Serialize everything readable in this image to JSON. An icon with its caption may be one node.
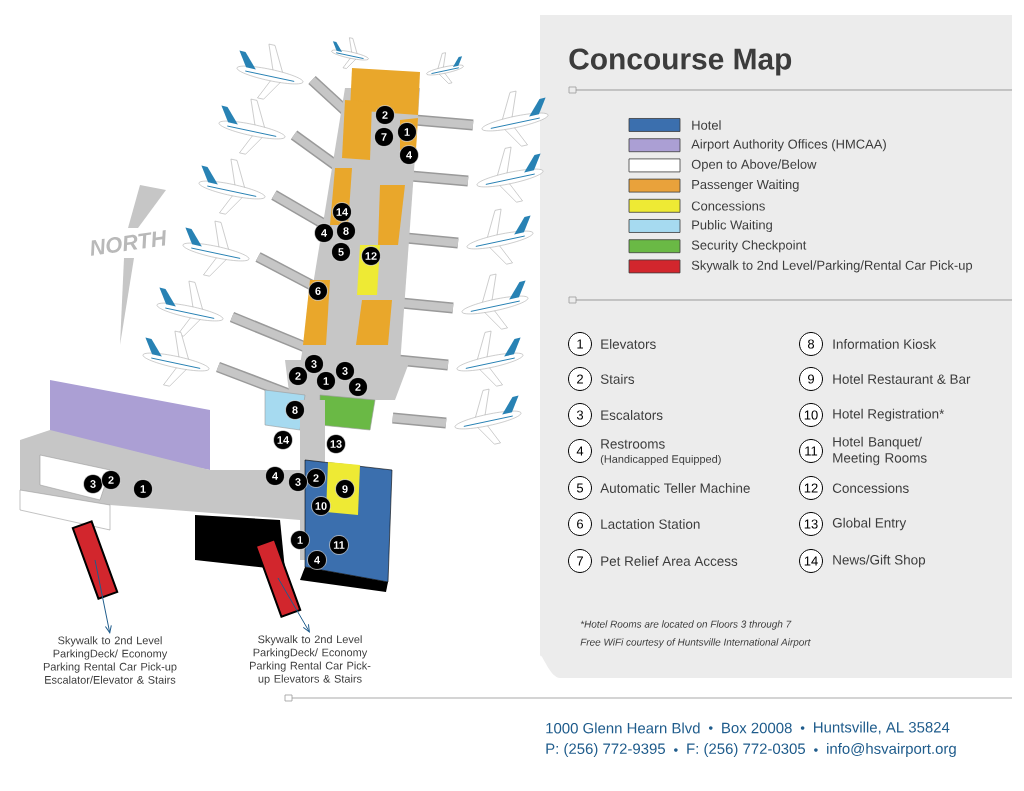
{
  "diagram": {
    "title": "Concourse Map",
    "nodes": [
      {
        "text": [],
        "shape": "bar"
      },
      {
        "text": [],
        "shape": "bar"
      },
      {
        "text": [
          "Skywalk to 2nd Level ParkingDeck/ Economy Parking Rental Car Pick-up Escalator/Elevator & Stairs"
        ]
      },
      {
        "text": [
          "Skywalk to 2nd Level ParkingDeck/ Economy Parking Rental Car Pick-up Elevators & Stairs"
        ]
      }
    ],
    "edges": [
      {
        "from": 0,
        "to": 2,
        "arrow": "to"
      },
      {
        "from": 1,
        "to": 3,
        "arrow": "to"
      }
    ],
    "labels": [
      "NORTH",
      "2",
      "7",
      "1",
      "4",
      "14",
      "4",
      "8",
      "5",
      "12",
      "6",
      "3",
      "2",
      "1",
      "3",
      "2",
      "8",
      "14",
      "13",
      "4",
      "2",
      "3",
      "9",
      "10",
      "3",
      "2",
      "1",
      "1",
      "11",
      "4",
      "1",
      "Elevators",
      "8",
      "Information Kiosk",
      "2",
      "Stairs",
      "9",
      "Hotel Restaurant & Bar",
      "3",
      "Escalators",
      "10",
      "Hotel Registration*",
      "4",
      "Restrooms",
      "(Handicapped Equipped)",
      "11",
      "Hotel Banquet/ Meeting Rooms",
      "5",
      "Automatic Teller Machine",
      "12",
      "Concessions",
      "6",
      "Lactation Station",
      "13",
      "Global Entry",
      "7",
      "Pet Relief Area Access",
      "14",
      "News/Gift Shop",
      "*Hotel Rooms are located on Floors 3 through 7",
      "Free WiFi courtesy of Huntsville International Airport",
      "1000 Glenn Hearn Blvd",
      "Box 20008",
      "Huntsville, AL 35824",
      "P: (256) 772-9395",
      "F: (256) 772-0305",
      "info@hsvairport.org"
    ],
    "legend": [
      {
        "text": "Hotel",
        "color": "#3b6fae"
      },
      {
        "text": "Airport Authority Offices (HMCAA)",
        "color": "#ab9fd4"
      },
      {
        "text": "Open to Above/Below",
        "color": "#ffffff"
      },
      {
        "text": "Passenger Waiting",
        "color": "#e9a23b"
      },
      {
        "text": "Concessions",
        "color": "#eeea34"
      },
      {
        "text": "Public Waiting",
        "color": "#a6daf0"
      },
      {
        "text": "Security Checkpoint",
        "color": "#6ab945"
      },
      {
        "text": "Skywalk to 2nd Level/Parking/Rental Car Pick-up",
        "color": "#d2262d"
      }
    ]
  }
}
